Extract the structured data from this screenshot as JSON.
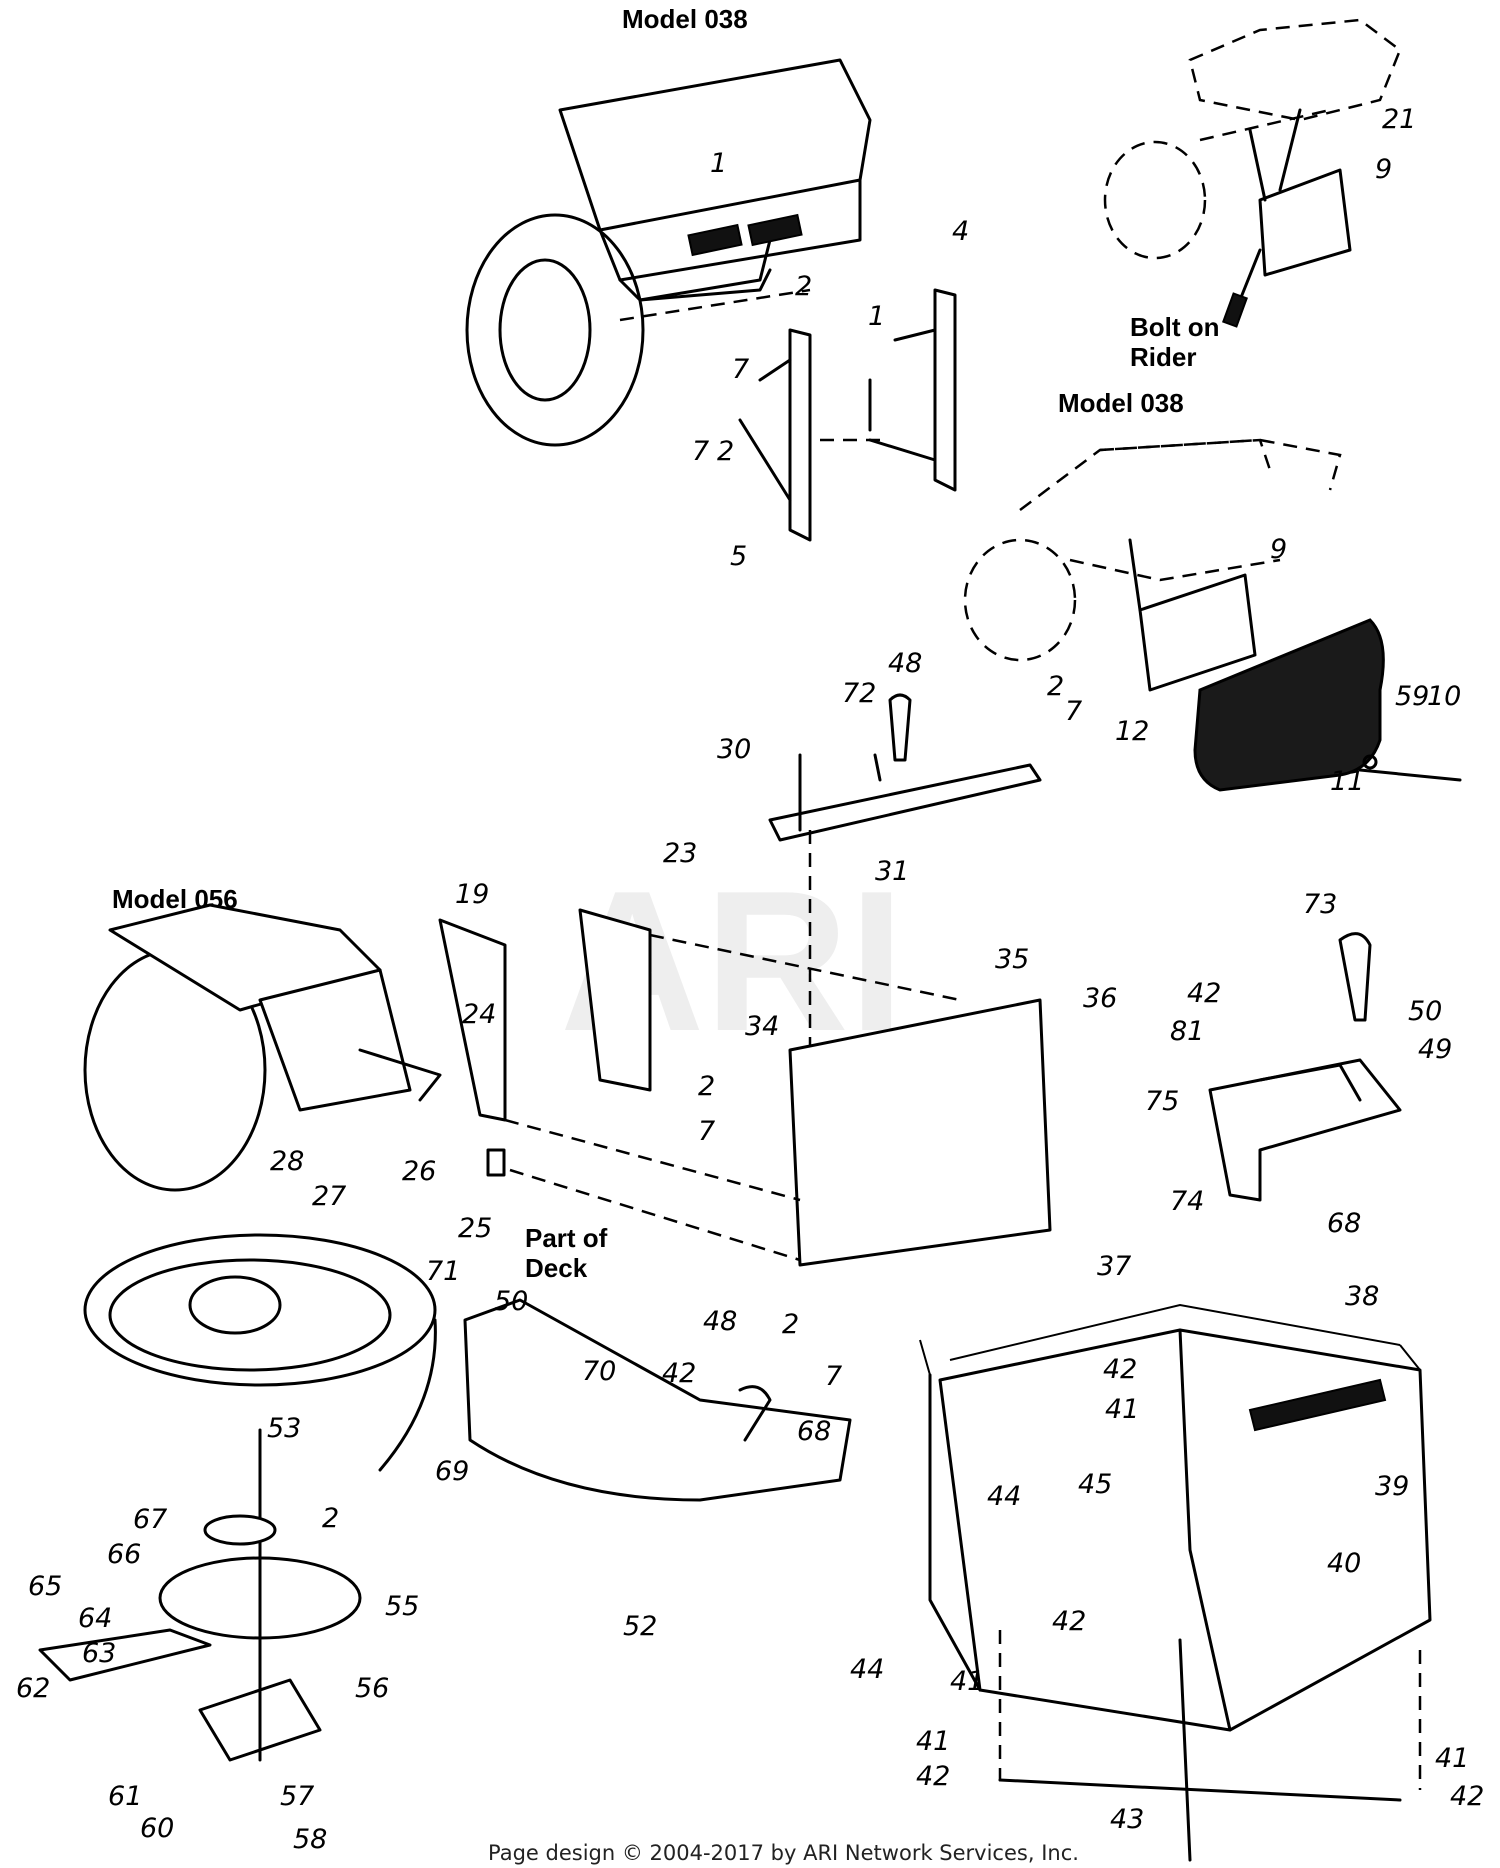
{
  "watermark": "ARI",
  "headings": {
    "model_038_top": "Model 038",
    "model_038_mid": "Model 038",
    "model_056": "Model 056",
    "bolt_on_line1": "Bolt on",
    "bolt_on_line2": "Rider",
    "part_of_line1": "Part of",
    "part_of_line2": "Deck"
  },
  "callouts": {
    "c1a": "1",
    "c2a": "2",
    "c4": "4",
    "c1b": "1",
    "c7a": "7",
    "c7b": "7",
    "c2b": "2",
    "c5": "5",
    "c21": "21",
    "c9a": "9",
    "c9b": "9",
    "c2c": "2",
    "c7c": "7",
    "c12": "12",
    "c59": "59",
    "c10": "10",
    "c11": "11",
    "c48a": "48",
    "c72": "72",
    "c30": "30",
    "c31": "31",
    "c23": "23",
    "c19": "19",
    "c35": "35",
    "c34": "34",
    "c36": "36",
    "c24": "24",
    "c2d": "2",
    "c7d": "7",
    "c28": "28",
    "c27": "27",
    "c26": "26",
    "c25": "25",
    "c73": "73",
    "c42a": "42",
    "c50a": "50",
    "c81": "81",
    "c49": "49",
    "c75": "75",
    "c68a": "68",
    "c74": "74",
    "c71": "71",
    "c50b": "50",
    "c70": "70",
    "c48b": "48",
    "c42b": "42",
    "c2e": "2",
    "c7e": "7",
    "c68b": "68",
    "c69": "69",
    "c52": "52",
    "c53": "53",
    "c2f": "2",
    "c67": "67",
    "c66": "66",
    "c65": "65",
    "c64": "64",
    "c55": "55",
    "c63": "63",
    "c62": "62",
    "c56": "56",
    "c61": "61",
    "c60": "60",
    "c57": "57",
    "c58": "58",
    "c37": "37",
    "c38": "38",
    "c42c": "42",
    "c41a": "41",
    "c45": "45",
    "c39": "39",
    "c44a": "44",
    "c40": "40",
    "c44b": "44",
    "c42d": "42",
    "c41b": "41",
    "c41c": "41",
    "c42e": "42",
    "c43": "43",
    "c41d": "41",
    "c42f": "42"
  },
  "footer": "Page design © 2004-2017 by ARI Network Services, Inc."
}
